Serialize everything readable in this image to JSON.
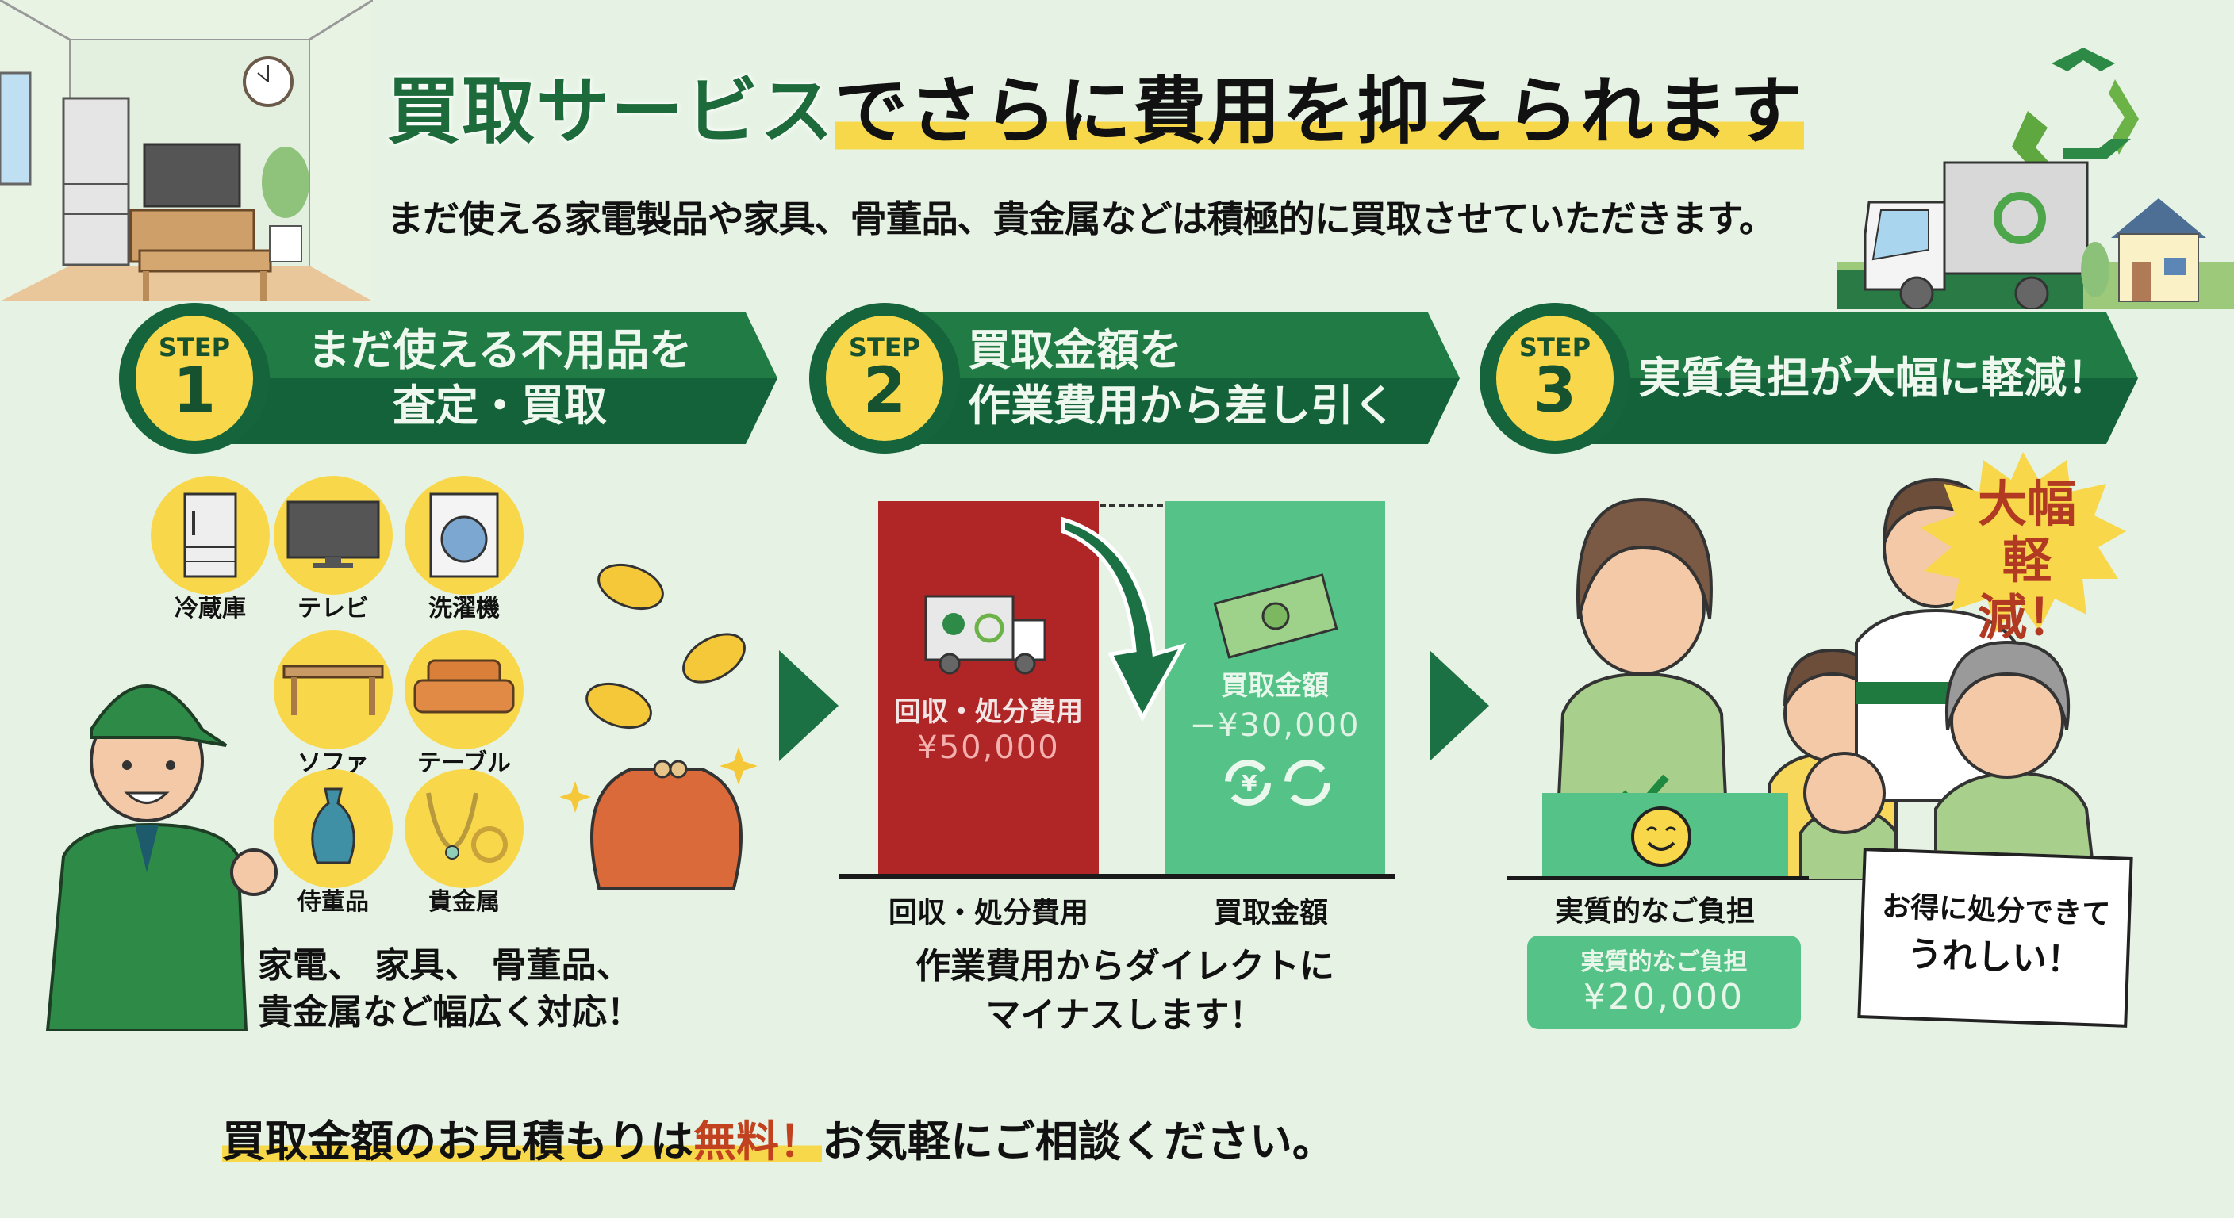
{
  "header": {
    "title_green": "買取サービス",
    "title_rest": "でさらに費用を抑えられます",
    "subtitle": "まだ使える家電製品や家具、骨董品、貴金属などは積極的に買取させていただきます。"
  },
  "steps": [
    {
      "label": "STEP",
      "number": "1",
      "lines": [
        "まだ使える不用品を",
        "査定・買取"
      ]
    },
    {
      "label": "STEP",
      "number": "2",
      "lines": [
        "買取金額を",
        "作業費用から差し引く"
      ]
    },
    {
      "label": "STEP",
      "number": "3",
      "lines": [
        "実質負担が大幅に軽減！"
      ]
    }
  ],
  "step1": {
    "items": [
      {
        "label": "冷蔵庫",
        "icon": "refrigerator-icon"
      },
      {
        "label": "テレビ",
        "icon": "tv-icon"
      },
      {
        "label": "洗濯機",
        "icon": "washing-machine-icon"
      },
      {
        "label": "ソファ",
        "icon": "table-icon"
      },
      {
        "label": "テーブル",
        "icon": "sofa-icon"
      },
      {
        "label": "侍董品",
        "icon": "vase-icon"
      },
      {
        "label": "貴金属",
        "icon": "jewelry-icon"
      }
    ],
    "caption_lines": [
      "家電、 家具、 骨董品、",
      "貴金属など幅広く対応！"
    ]
  },
  "step2": {
    "cost_bar": {
      "title": "回収・処分費用",
      "value": "¥50,000",
      "color": "#b02525"
    },
    "buyback_bar": {
      "title": "買取金額",
      "value": "−¥30,000",
      "color": "#55c287"
    },
    "axis_labels": [
      "回収・処分費用",
      "買取金額"
    ],
    "caption_lines": [
      "作業費用からダイレクトに",
      "マイナスします！"
    ]
  },
  "step3": {
    "axis_label": "実質的なご負担",
    "card_title": "実質的なご負担",
    "card_value": "¥20,000",
    "burst_lines": [
      "大幅",
      "軽減！"
    ],
    "sign_lines": [
      "お得に処分できて",
      "うれしい！"
    ]
  },
  "chart_data": {
    "type": "bar",
    "title": "買取金額を作業費用から差し引く",
    "categories": [
      "回収・処分費用",
      "買取金額",
      "実質的なご負担"
    ],
    "values": [
      50000,
      -30000,
      20000
    ],
    "unit": "¥"
  },
  "footer": {
    "part1": "買取金額のお見積もりは",
    "part2": "無料！",
    "part3": "お気軽にご相談ください。"
  },
  "colors": {
    "brand_green": "#1d6b3a",
    "highlight_yellow": "#f7d84a",
    "cost_red": "#b02525",
    "buyback_green": "#55c287",
    "background": "#e6f3e4"
  }
}
